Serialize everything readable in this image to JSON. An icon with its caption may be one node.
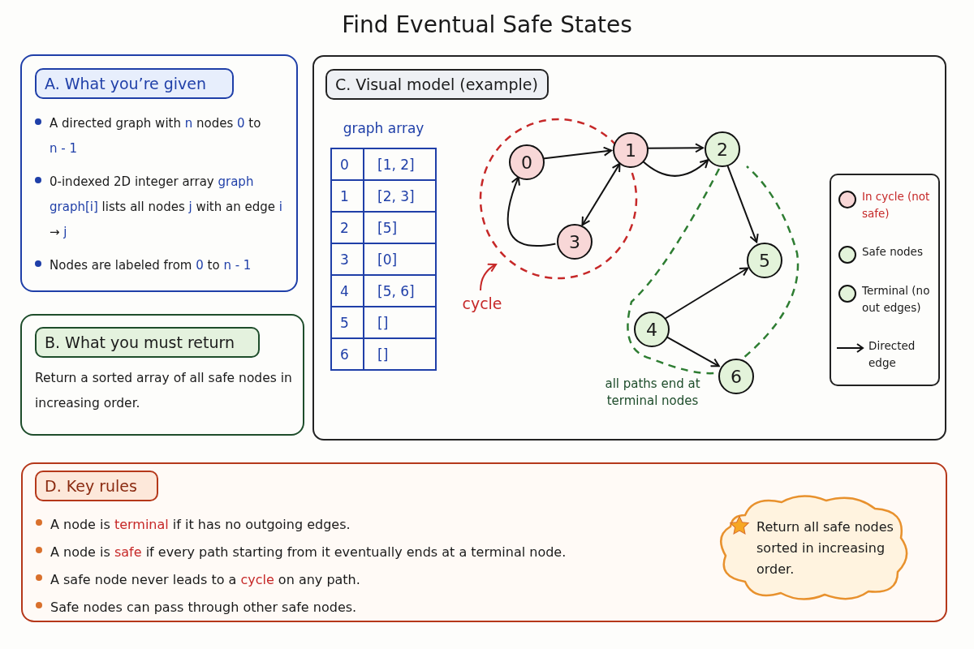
{
  "diagram": {
    "title": "Find Eventual Safe States",
    "nodes": [
      {
        "text": [
          "A directed graph with **n** nodes **0** to **n - 1**",
          "0-indexed 2D integer array **graph** **graph[i]** lists all nodes **j** with an edge **i** → **j**",
          "Nodes are labeled from **0** to **n - 1**"
        ]
      },
      {
        "text": [
          "A. What you’re given"
        ],
        "in": 0
      },
      {
        "text": [
          "Return a sorted array of all safe nodes in increasing order."
        ]
      },
      {
        "text": [
          "B. What you must return"
        ],
        "in": 2
      },
      {
        "text": [],
        "shape": "box"
      },
      {
        "text": [
          "C. Visual model (example)"
        ],
        "in": 4
      },
      {
        "text": [
          "0"
        ],
        "in": 4
      },
      {
        "text": [
          "1"
        ],
        "in": 4
      },
      {
        "text": [
          "2"
        ],
        "in": 4
      },
      {
        "text": [
          "3"
        ],
        "in": 4
      },
      {
        "text": [
          "4"
        ],
        "in": 4
      },
      {
        "text": [
          "5"
        ],
        "in": 4
      },
      {
        "text": [
          "6"
        ],
        "in": 4
      },
      {
        "text": [
          "cycle"
        ],
        "in": 4
      },
      {
        "text": [
          "A node is **terminal** if it has no outgoing edges.",
          "A node is **safe** if every path starting from it eventually ends at a terminal node.",
          "A safe node never leads to a **cycle** on any path.",
          "Safe nodes can pass through other safe nodes."
        ]
      },
      {
        "text": [
          "D. Key rules"
        ],
        "in": 14
      },
      {
        "text": [
          "Return all safe nodes sorted in increasing order."
        ],
        "in": 14
      }
    ],
    "edges": [
      {
        "from": 6,
        "to": 7,
        "arrow": "to"
      },
      {
        "from": 7,
        "to": 8,
        "arrow": "to"
      },
      {
        "from": 7,
        "to": 8,
        "arrow": "to"
      },
      {
        "from": 7,
        "to": 9,
        "arrow": "both"
      },
      {
        "from": 9,
        "to": 6,
        "arrow": "to"
      },
      {
        "from": 8,
        "to": 11,
        "arrow": "to"
      },
      {
        "from": 10,
        "to": 11,
        "arrow": "to"
      },
      {
        "from": 10,
        "to": 12,
        "arrow": "to"
      },
      {
        "from": 13,
        "to": null,
        "arrow": "to",
        "color": "#c62828"
      }
    ],
    "labels": [
      "graph array",
      "0",
      "[1, 2]",
      "1",
      "[2, 3]",
      "2",
      "[5]",
      "3",
      "[0]",
      "4",
      "[5, 6]",
      "5",
      "[]",
      "6",
      "[]",
      "all paths end at terminal nodes"
    ],
    "legend": [
      {
        "text": "In cycle (not safe)",
        "color": "#f8d7d7"
      },
      {
        "text": "Safe nodes",
        "color": "#e3f3da"
      },
      {
        "text": "Terminal (no out edges)",
        "color": "#e3f3da"
      },
      {
        "text": "Directed edge"
      }
    ]
  }
}
